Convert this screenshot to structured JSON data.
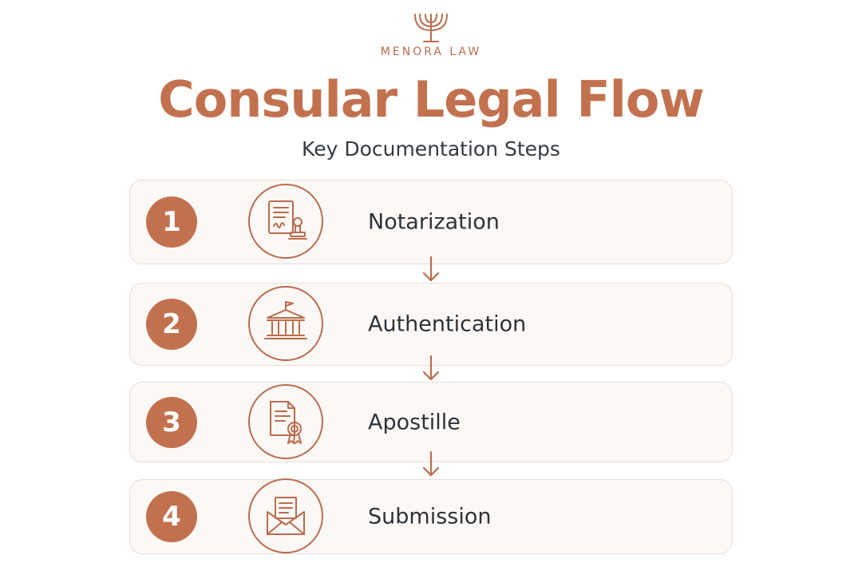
{
  "header": {
    "brand": "MENORA LAW",
    "title": "Consular Legal Flow",
    "subtitle": "Key Documentation Steps"
  },
  "steps": [
    {
      "number": "1",
      "label": "Notarization",
      "icon": "notarized-document-stamp-icon"
    },
    {
      "number": "2",
      "label": "Authentication",
      "icon": "government-building-icon"
    },
    {
      "number": "3",
      "label": "Apostille",
      "icon": "certificate-ribbon-icon"
    },
    {
      "number": "4",
      "label": "Submission",
      "icon": "envelope-letter-icon"
    }
  ],
  "colors": {
    "accent": "#c2714f",
    "text": "#2d3338",
    "card_bg": "#fcf8f6",
    "card_border": "#eadfd9"
  }
}
